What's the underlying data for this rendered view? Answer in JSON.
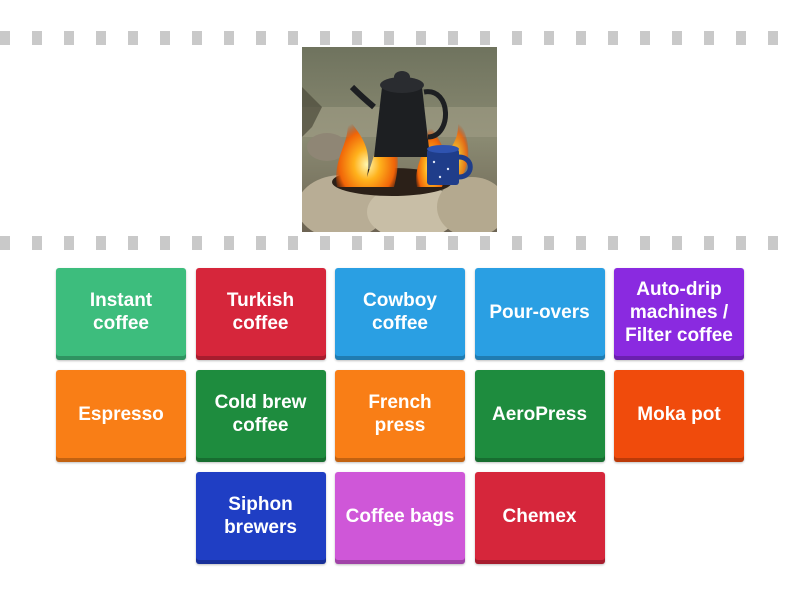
{
  "image": {
    "icon": "campfire-coffee-pot-image"
  },
  "tiles": [
    {
      "label": "Instant coffee",
      "color": "#3dbd7d"
    },
    {
      "label": "Turkish coffee",
      "color": "#d6263b"
    },
    {
      "label": "Cowboy coffee",
      "color": "#2a9fe3"
    },
    {
      "label": "Pour-overs",
      "color": "#2a9fe3"
    },
    {
      "label": "Auto-drip machines / Filter coffee",
      "color": "#8a2ae0"
    },
    {
      "label": "Espresso",
      "color": "#f97e16"
    },
    {
      "label": "Cold brew coffee",
      "color": "#1e8c3e"
    },
    {
      "label": "French press",
      "color": "#f97e16"
    },
    {
      "label": "AeroPress",
      "color": "#1e8c3e"
    },
    {
      "label": "Moka pot",
      "color": "#f04b0c"
    },
    {
      "label": "Siphon brewers",
      "color": "#1f3ec4"
    },
    {
      "label": "Coffee bags",
      "color": "#cf57d8"
    },
    {
      "label": "Chemex",
      "color": "#d6263b"
    }
  ]
}
